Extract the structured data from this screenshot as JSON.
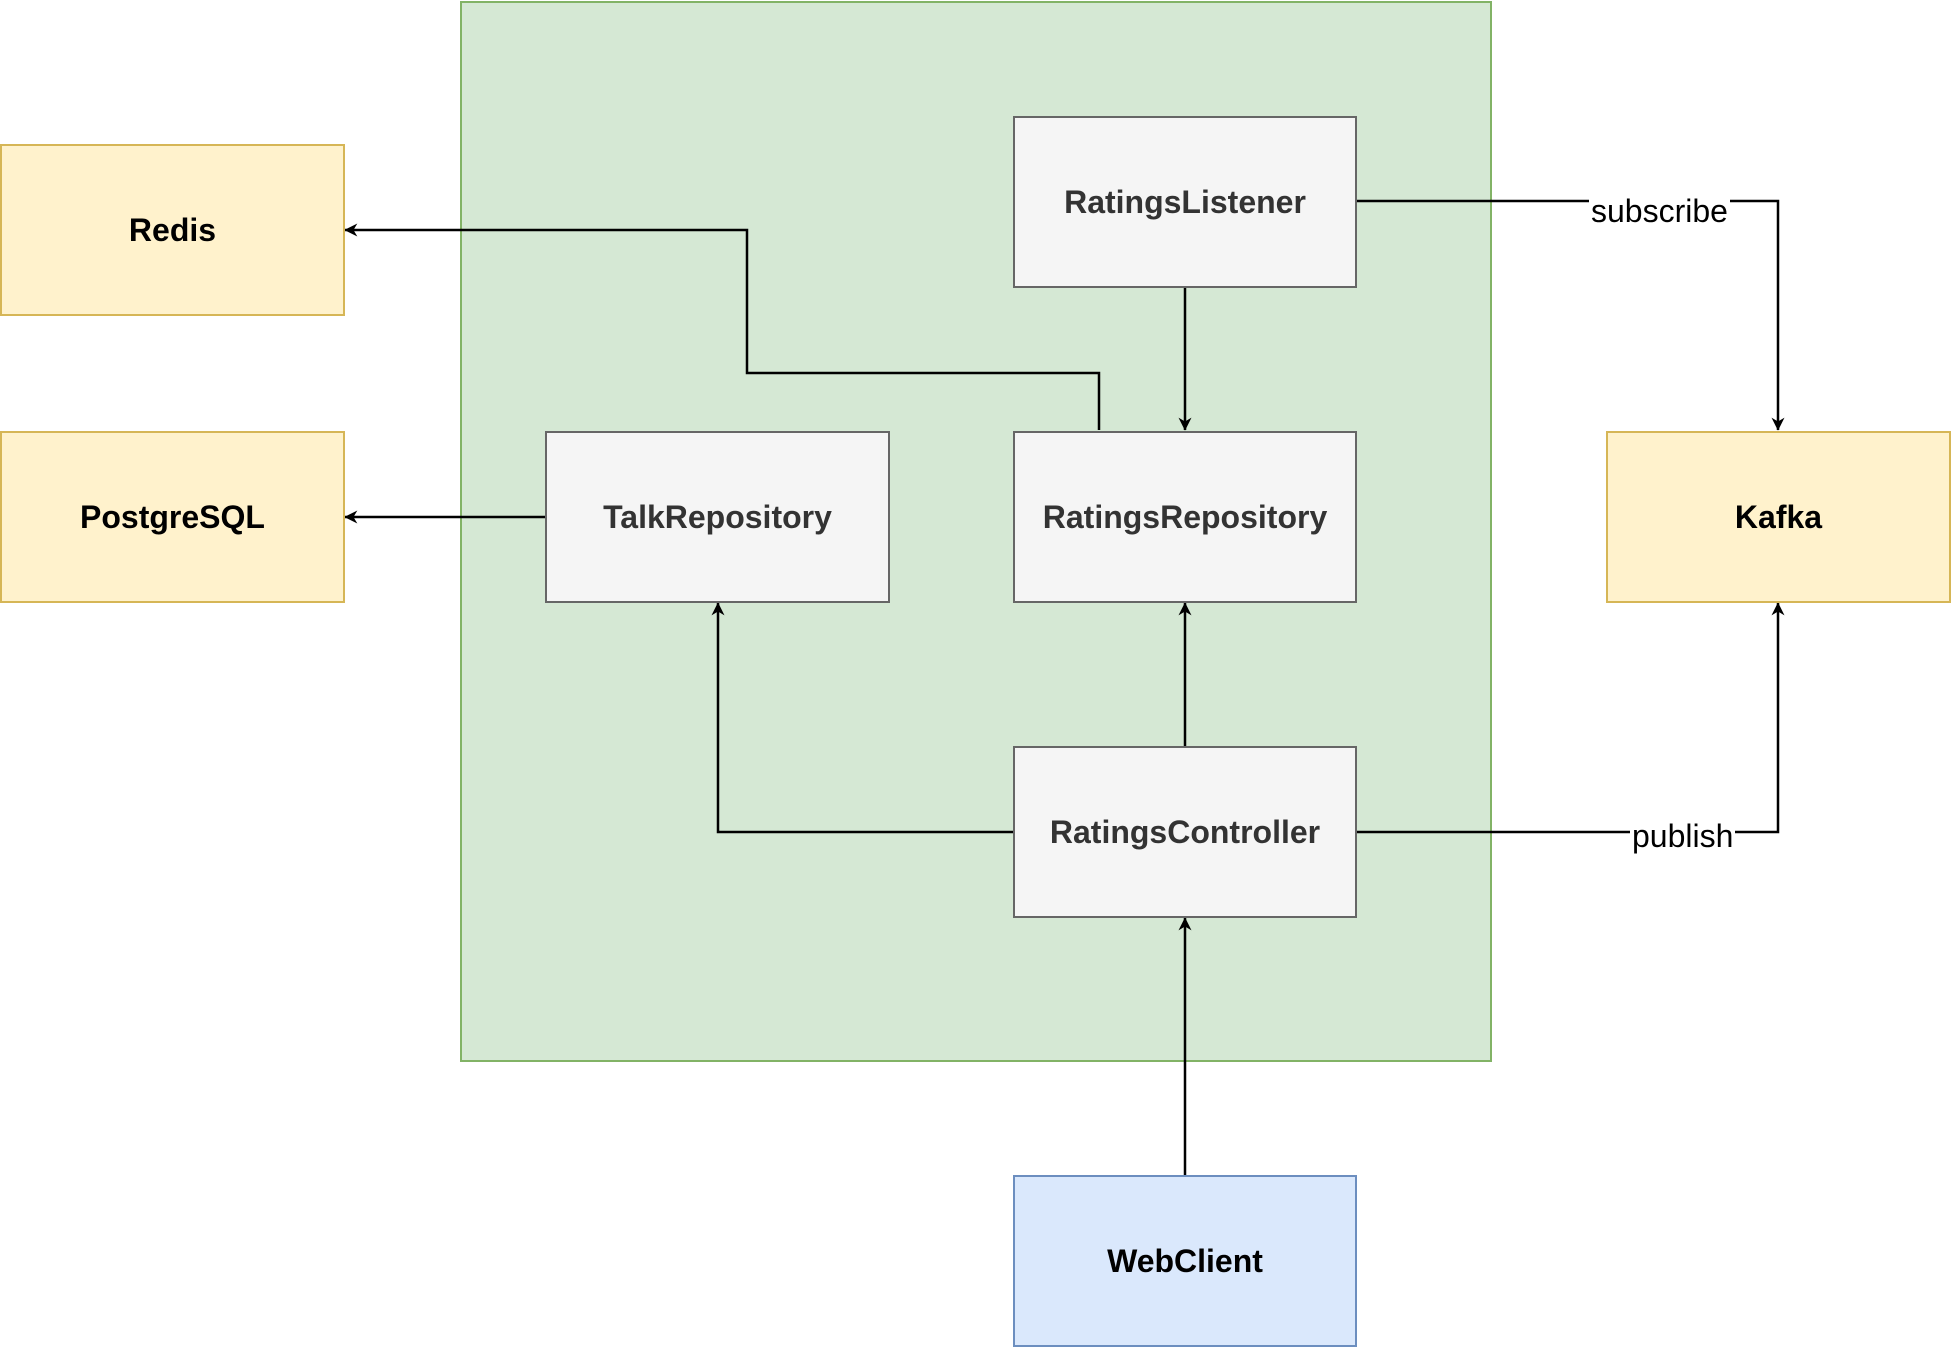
{
  "nodes": {
    "redis": "Redis",
    "postgresql": "PostgreSQL",
    "kafka": "Kafka",
    "ratings_listener": "RatingsListener",
    "talk_repository": "TalkRepository",
    "ratings_repository": "RatingsRepository",
    "ratings_controller": "RatingsController",
    "web_client": "WebClient"
  },
  "edges": [
    {
      "from": "RatingsListener",
      "to": "Kafka",
      "label": "subscribe"
    },
    {
      "from": "RatingsListener",
      "to": "RatingsRepository",
      "label": ""
    },
    {
      "from": "RatingsRepository",
      "to": "Redis",
      "label": ""
    },
    {
      "from": "TalkRepository",
      "to": "PostgreSQL",
      "label": ""
    },
    {
      "from": "RatingsController",
      "to": "TalkRepository",
      "label": ""
    },
    {
      "from": "RatingsController",
      "to": "RatingsRepository",
      "label": ""
    },
    {
      "from": "RatingsController",
      "to": "Kafka",
      "label": "publish"
    },
    {
      "from": "WebClient",
      "to": "RatingsController",
      "label": ""
    }
  ],
  "colors": {
    "group_fill": "#d5e8d4",
    "group_stroke": "#82b366",
    "component_fill": "#f5f5f5",
    "component_stroke": "#666666",
    "external_fill": "#fff2cc",
    "external_stroke": "#d6b656",
    "client_fill": "#dae8fc",
    "client_stroke": "#6c8ebf"
  }
}
